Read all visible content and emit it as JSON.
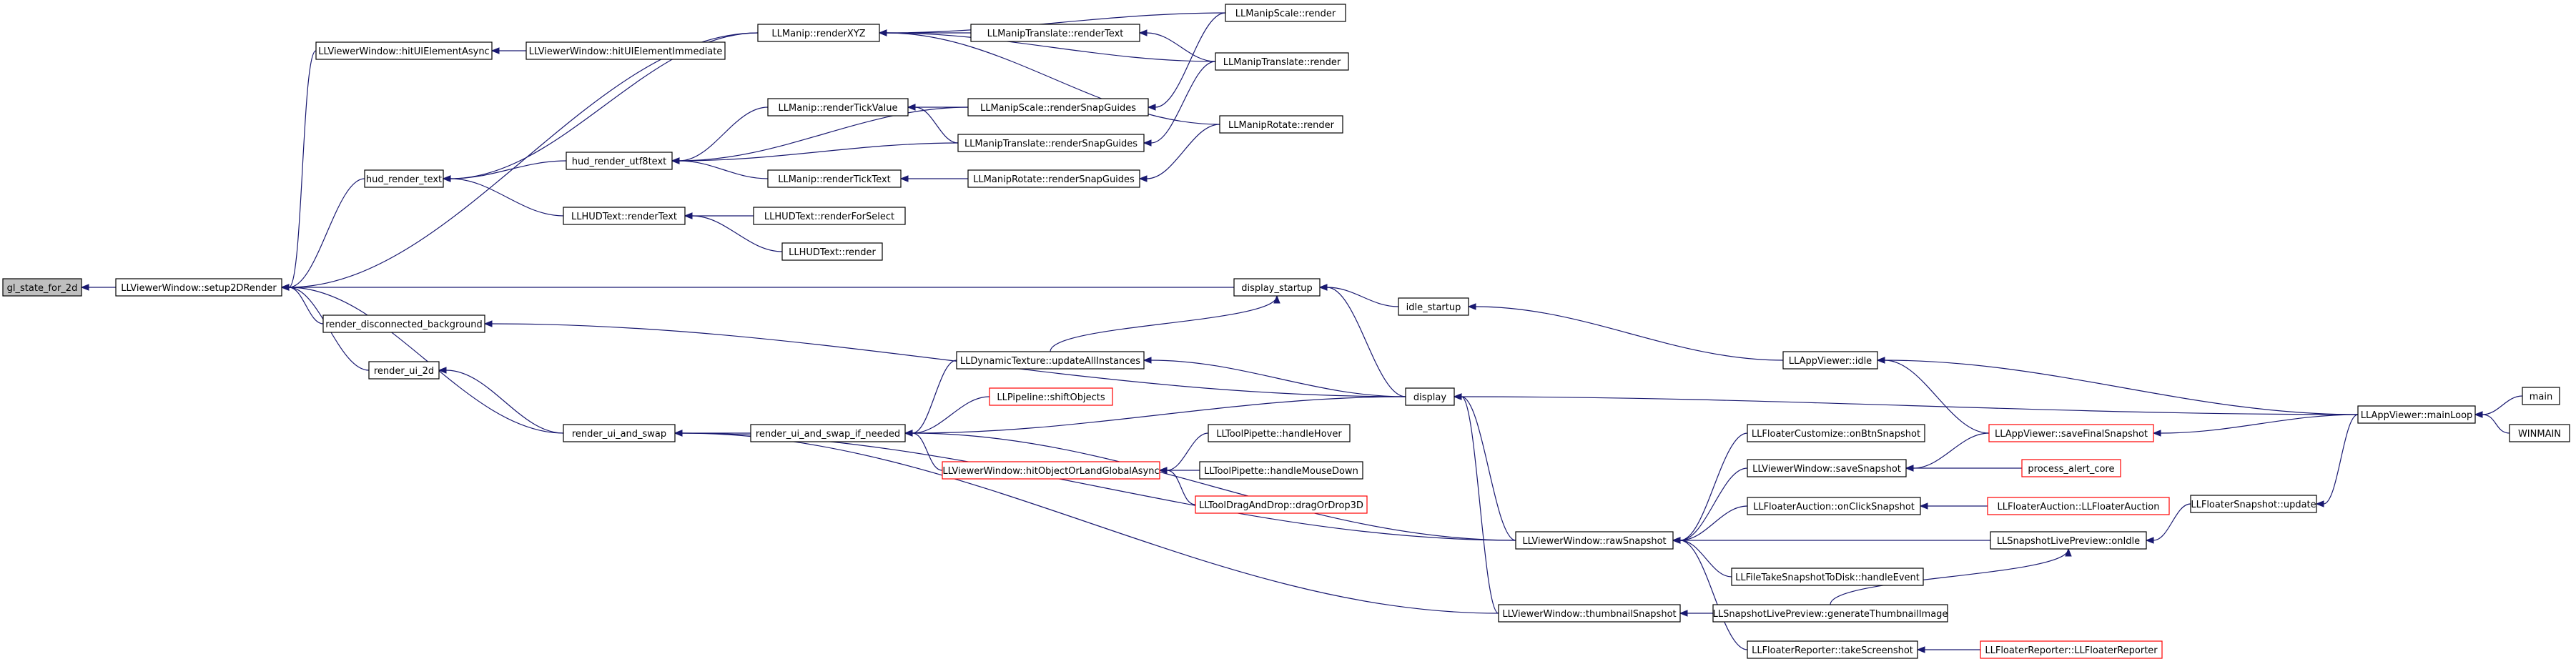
{
  "nodes": [
    {
      "id": "gl",
      "label": "gl_state_for_2d",
      "focus": true
    },
    {
      "id": "setup",
      "label": "LLViewerWindow::setup2DRender"
    },
    {
      "id": "hitAsync",
      "label": "LLViewerWindow::hitUIElementAsync"
    },
    {
      "id": "hitImm",
      "label": "LLViewerWindow::hitUIElementImmediate"
    },
    {
      "id": "hudText",
      "label": "hud_render_text"
    },
    {
      "id": "discBg",
      "label": "render_disconnected_background"
    },
    {
      "id": "ui2d",
      "label": "render_ui_2d"
    },
    {
      "id": "uiSwap",
      "label": "render_ui_and_swap"
    },
    {
      "id": "xyz",
      "label": "LLManip::renderXYZ"
    },
    {
      "id": "utf8",
      "label": "hud_render_utf8text"
    },
    {
      "id": "hudRT",
      "label": "LLHUDText::renderText"
    },
    {
      "id": "tickVal",
      "label": "LLManip::renderTickValue"
    },
    {
      "id": "tickTxt",
      "label": "LLManip::renderTickText"
    },
    {
      "id": "transRT",
      "label": "LLManipTranslate::renderText"
    },
    {
      "id": "scaleSG",
      "label": "LLManipScale::renderSnapGuides"
    },
    {
      "id": "transSG",
      "label": "LLManipTranslate::renderSnapGuides"
    },
    {
      "id": "rotSG",
      "label": "LLManipRotate::renderSnapGuides"
    },
    {
      "id": "hudSel",
      "label": "LLHUDText::renderForSelect"
    },
    {
      "id": "hudR",
      "label": "LLHUDText::render"
    },
    {
      "id": "scaleR",
      "label": "LLManipScale::render"
    },
    {
      "id": "transR",
      "label": "LLManipTranslate::render"
    },
    {
      "id": "rotR",
      "label": "LLManipRotate::render"
    },
    {
      "id": "startup",
      "label": "display_startup"
    },
    {
      "id": "idleStart",
      "label": "idle_startup"
    },
    {
      "id": "display",
      "label": "display"
    },
    {
      "id": "swapIf",
      "label": "render_ui_and_swap_if_needed"
    },
    {
      "id": "dynTex",
      "label": "LLDynamicTexture::updateAllInstances"
    },
    {
      "id": "shift",
      "label": "LLPipeline::shiftObjects",
      "red": true
    },
    {
      "id": "hitObj",
      "label": "LLViewerWindow::hitObjectOrLandGlobalAsync",
      "red": true
    },
    {
      "id": "pipHover",
      "label": "LLToolPipette::handleHover"
    },
    {
      "id": "pipMouse",
      "label": "LLToolPipette::handleMouseDown"
    },
    {
      "id": "drag3d",
      "label": "LLToolDragAndDrop::dragOrDrop3D",
      "red": true
    },
    {
      "id": "raw",
      "label": "LLViewerWindow::rawSnapshot"
    },
    {
      "id": "thumb",
      "label": "LLViewerWindow::thumbnailSnapshot"
    },
    {
      "id": "custSnap",
      "label": "LLFloaterCustomize::onBtnSnapshot"
    },
    {
      "id": "saveSnap",
      "label": "LLViewerWindow::saveSnapshot"
    },
    {
      "id": "aucSnap",
      "label": "LLFloaterAuction::onClickSnapshot"
    },
    {
      "id": "fileTake",
      "label": "LLFileTakeSnapshotToDisk::handleEvent"
    },
    {
      "id": "genThumb",
      "label": "LLSnapshotLivePreview::generateThumbnailImage"
    },
    {
      "id": "repShot",
      "label": "LLFloaterReporter::takeScreenshot"
    },
    {
      "id": "appIdle",
      "label": "LLAppViewer::idle"
    },
    {
      "id": "saveFinal",
      "label": "LLAppViewer::saveFinalSnapshot",
      "red": true
    },
    {
      "id": "alert",
      "label": "process_alert_core",
      "red": true
    },
    {
      "id": "aucCtor",
      "label": "LLFloaterAuction::LLFloaterAuction",
      "red": true
    },
    {
      "id": "onIdle",
      "label": "LLSnapshotLivePreview::onIdle"
    },
    {
      "id": "repCtor",
      "label": "LLFloaterReporter::LLFloaterReporter",
      "red": true
    },
    {
      "id": "snapUpd",
      "label": "LLFloaterSnapshot::update"
    },
    {
      "id": "mainLoop",
      "label": "LLAppViewer::mainLoop"
    },
    {
      "id": "main",
      "label": "main"
    },
    {
      "id": "winmain",
      "label": "WINMAIN"
    }
  ],
  "edges": [
    [
      "setup",
      "gl"
    ],
    [
      "hitAsync",
      "setup"
    ],
    [
      "hudText",
      "setup"
    ],
    [
      "discBg",
      "setup"
    ],
    [
      "ui2d",
      "setup"
    ],
    [
      "uiSwap",
      "setup"
    ],
    [
      "xyz",
      "setup"
    ],
    [
      "startup",
      "setup"
    ],
    [
      "hitImm",
      "hitAsync"
    ],
    [
      "utf8",
      "hudText"
    ],
    [
      "hudRT",
      "hudText"
    ],
    [
      "xyz",
      "hudText"
    ],
    [
      "transRT",
      "xyz"
    ],
    [
      "scaleR",
      "xyz"
    ],
    [
      "transR",
      "xyz"
    ],
    [
      "rotR",
      "xyz"
    ],
    [
      "tickVal",
      "utf8"
    ],
    [
      "tickTxt",
      "utf8"
    ],
    [
      "scaleSG",
      "utf8"
    ],
    [
      "transSG",
      "utf8"
    ],
    [
      "hudSel",
      "hudRT"
    ],
    [
      "hudR",
      "hudRT"
    ],
    [
      "scaleSG",
      "tickVal"
    ],
    [
      "transSG",
      "tickVal"
    ],
    [
      "rotSG",
      "tickTxt"
    ],
    [
      "transR",
      "transRT"
    ],
    [
      "scaleR",
      "scaleSG"
    ],
    [
      "transR",
      "transSG"
    ],
    [
      "rotR",
      "rotSG"
    ],
    [
      "idleStart",
      "startup"
    ],
    [
      "display",
      "startup"
    ],
    [
      "dynTex",
      "startup"
    ],
    [
      "display",
      "discBg"
    ],
    [
      "uiSwap",
      "ui2d"
    ],
    [
      "swapIf",
      "uiSwap"
    ],
    [
      "raw",
      "uiSwap"
    ],
    [
      "thumb",
      "uiSwap"
    ],
    [
      "dynTex",
      "swapIf"
    ],
    [
      "shift",
      "swapIf"
    ],
    [
      "hitObj",
      "swapIf"
    ],
    [
      "display",
      "swapIf"
    ],
    [
      "raw",
      "swapIf"
    ],
    [
      "display",
      "dynTex"
    ],
    [
      "pipHover",
      "hitObj"
    ],
    [
      "pipMouse",
      "hitObj"
    ],
    [
      "drag3d",
      "hitObj"
    ],
    [
      "appIdle",
      "idleStart"
    ],
    [
      "mainLoop",
      "display"
    ],
    [
      "raw",
      "display"
    ],
    [
      "thumb",
      "display"
    ],
    [
      "custSnap",
      "raw"
    ],
    [
      "saveSnap",
      "raw"
    ],
    [
      "aucSnap",
      "raw"
    ],
    [
      "onIdle",
      "raw"
    ],
    [
      "fileTake",
      "raw"
    ],
    [
      "repShot",
      "raw"
    ],
    [
      "genThumb",
      "thumb"
    ],
    [
      "saveFinal",
      "saveSnap"
    ],
    [
      "alert",
      "saveSnap"
    ],
    [
      "aucCtor",
      "aucSnap"
    ],
    [
      "snapUpd",
      "onIdle"
    ],
    [
      "genThumb",
      "onIdle"
    ],
    [
      "repCtor",
      "repShot"
    ],
    [
      "mainLoop",
      "appIdle"
    ],
    [
      "saveFinal",
      "appIdle"
    ],
    [
      "mainLoop",
      "saveFinal"
    ],
    [
      "mainLoop",
      "snapUpd"
    ],
    [
      "main",
      "mainLoop"
    ],
    [
      "winmain",
      "mainLoop"
    ]
  ]
}
